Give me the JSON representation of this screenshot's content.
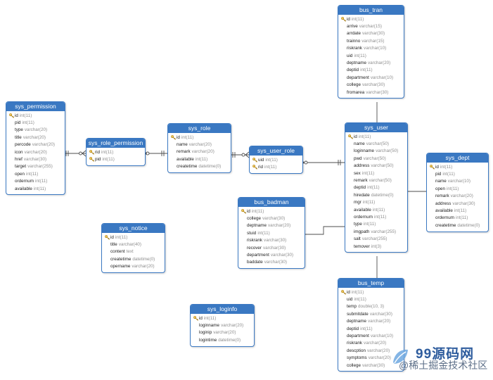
{
  "tables": [
    {
      "id": "bus_tran",
      "title": "bus_tran",
      "columns": [
        {
          "name": "id",
          "type": "int(11)",
          "pk": true
        },
        {
          "name": "arrive",
          "type": "varchar(15)"
        },
        {
          "name": "arrdate",
          "type": "varchar(30)"
        },
        {
          "name": "trainno",
          "type": "varchar(15)"
        },
        {
          "name": "riskrank",
          "type": "varchar(10)"
        },
        {
          "name": "uid",
          "type": "int(11)"
        },
        {
          "name": "deptname",
          "type": "varchar(20)"
        },
        {
          "name": "deptid",
          "type": "int(11)"
        },
        {
          "name": "department",
          "type": "varchar(10)"
        },
        {
          "name": "college",
          "type": "varchar(30)"
        },
        {
          "name": "fromarea",
          "type": "varchar(30)"
        }
      ]
    },
    {
      "id": "sys_permission",
      "title": "sys_permission",
      "columns": [
        {
          "name": "id",
          "type": "int(11)",
          "pk": true
        },
        {
          "name": "pid",
          "type": "int(11)"
        },
        {
          "name": "type",
          "type": "varchar(20)"
        },
        {
          "name": "title",
          "type": "varchar(20)"
        },
        {
          "name": "percode",
          "type": "varchar(20)"
        },
        {
          "name": "icon",
          "type": "varchar(20)"
        },
        {
          "name": "href",
          "type": "varchar(30)"
        },
        {
          "name": "target",
          "type": "varchar(255)"
        },
        {
          "name": "open",
          "type": "int(11)"
        },
        {
          "name": "ordernum",
          "type": "int(11)"
        },
        {
          "name": "available",
          "type": "int(11)"
        }
      ]
    },
    {
      "id": "sys_role_permission",
      "title": "sys_role_permission",
      "columns": [
        {
          "name": "rid",
          "type": "int(11)",
          "pk": true
        },
        {
          "name": "pid",
          "type": "int(11)",
          "pk": true
        }
      ]
    },
    {
      "id": "sys_role",
      "title": "sys_role",
      "columns": [
        {
          "name": "id",
          "type": "int(11)",
          "pk": true
        },
        {
          "name": "name",
          "type": "varchar(20)"
        },
        {
          "name": "remark",
          "type": "varchar(20)"
        },
        {
          "name": "available",
          "type": "int(11)"
        },
        {
          "name": "createtime",
          "type": "datetime(0)"
        }
      ]
    },
    {
      "id": "sys_user_role",
      "title": "sys_user_role",
      "columns": [
        {
          "name": "uid",
          "type": "int(11)",
          "pk": true
        },
        {
          "name": "rid",
          "type": "int(11)",
          "pk": true
        }
      ]
    },
    {
      "id": "sys_user",
      "title": "sys_user",
      "columns": [
        {
          "name": "id",
          "type": "int(11)",
          "pk": true
        },
        {
          "name": "name",
          "type": "varchar(50)"
        },
        {
          "name": "loginname",
          "type": "varchar(50)"
        },
        {
          "name": "pwd",
          "type": "varchar(50)"
        },
        {
          "name": "address",
          "type": "varchar(50)"
        },
        {
          "name": "sex",
          "type": "int(11)"
        },
        {
          "name": "remark",
          "type": "varchar(50)"
        },
        {
          "name": "deptid",
          "type": "int(11)"
        },
        {
          "name": "hiredate",
          "type": "datetime(0)"
        },
        {
          "name": "mgr",
          "type": "int(11)"
        },
        {
          "name": "available",
          "type": "int(11)"
        },
        {
          "name": "ordernum",
          "type": "int(11)"
        },
        {
          "name": "type",
          "type": "int(11)"
        },
        {
          "name": "imgpath",
          "type": "varchar(255)"
        },
        {
          "name": "salt",
          "type": "varchar(255)"
        },
        {
          "name": "temover",
          "type": "int(3)"
        }
      ]
    },
    {
      "id": "sys_dept",
      "title": "sys_dept",
      "columns": [
        {
          "name": "id",
          "type": "int(11)",
          "pk": true
        },
        {
          "name": "pid",
          "type": "int(11)"
        },
        {
          "name": "name",
          "type": "varchar(10)"
        },
        {
          "name": "open",
          "type": "int(11)"
        },
        {
          "name": "remark",
          "type": "varchar(20)"
        },
        {
          "name": "address",
          "type": "varchar(30)"
        },
        {
          "name": "available",
          "type": "int(11)"
        },
        {
          "name": "ordernum",
          "type": "int(11)"
        },
        {
          "name": "createtime",
          "type": "datetime(0)"
        }
      ]
    },
    {
      "id": "bus_badman",
      "title": "bus_badman",
      "columns": [
        {
          "name": "id",
          "type": "int(11)",
          "pk": true
        },
        {
          "name": "college",
          "type": "varchar(30)"
        },
        {
          "name": "deptname",
          "type": "varchar(20)"
        },
        {
          "name": "stuid",
          "type": "int(11)"
        },
        {
          "name": "riskrank",
          "type": "varchar(30)"
        },
        {
          "name": "recover",
          "type": "varchar(30)"
        },
        {
          "name": "department",
          "type": "varchar(30)"
        },
        {
          "name": "baddate",
          "type": "varchar(30)"
        }
      ]
    },
    {
      "id": "sys_notice",
      "title": "sys_notice",
      "columns": [
        {
          "name": "id",
          "type": "int(11)",
          "pk": true
        },
        {
          "name": "title",
          "type": "varchar(40)"
        },
        {
          "name": "content",
          "type": "text"
        },
        {
          "name": "createtime",
          "type": "datetime(0)"
        },
        {
          "name": "opername",
          "type": "varchar(20)"
        }
      ]
    },
    {
      "id": "sys_loginfo",
      "title": "sys_loginfo",
      "columns": [
        {
          "name": "id",
          "type": "int(11)",
          "pk": true
        },
        {
          "name": "loginname",
          "type": "varchar(20)"
        },
        {
          "name": "loginip",
          "type": "varchar(20)"
        },
        {
          "name": "logintime",
          "type": "datetime(0)"
        }
      ]
    },
    {
      "id": "bus_temp",
      "title": "bus_temp",
      "columns": [
        {
          "name": "id",
          "type": "int(11)",
          "pk": true
        },
        {
          "name": "uid",
          "type": "int(11)"
        },
        {
          "name": "temp",
          "type": "double(10, 3)"
        },
        {
          "name": "submitdate",
          "type": "varchar(30)"
        },
        {
          "name": "deptname",
          "type": "varchar(20)"
        },
        {
          "name": "deptid",
          "type": "int(11)"
        },
        {
          "name": "department",
          "type": "varchar(10)"
        },
        {
          "name": "riskrank",
          "type": "varchar(20)"
        },
        {
          "name": "descption",
          "type": "varchar(20)"
        },
        {
          "name": "symptoms",
          "type": "varchar(20)"
        },
        {
          "name": "college",
          "type": "varchar(30)"
        }
      ]
    }
  ],
  "watermark": {
    "brand": "99源码网",
    "subtitle": "@稀土掘金技术社区"
  },
  "colors": {
    "header": "#3a78c2",
    "line": "#4d4d4d",
    "key": "#e2b33a"
  },
  "icons": {
    "primary_key": "key-icon",
    "watermark_logo": "leaf-logo"
  }
}
